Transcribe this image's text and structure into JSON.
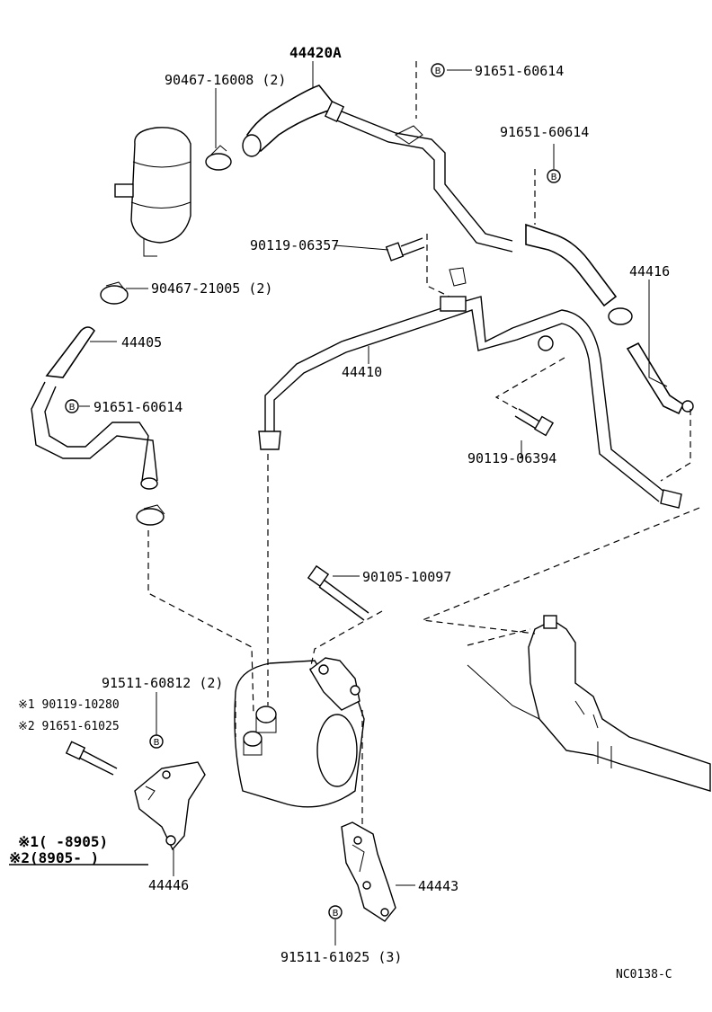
{
  "labels": {
    "l44420A": "44420A",
    "l90467_16008": "90467-16008 (2)",
    "l91651_60614_a": "91651-60614",
    "l91651_60614_b": "91651-60614",
    "l90119_06357": "90119-06357",
    "l90467_21005": "90467-21005 (2)",
    "l44416": "44416",
    "l44405": "44405",
    "l44410": "44410",
    "l91651_60614_c": "91651-60614",
    "l90119_06394": "90119-06394",
    "l90105_10097": "90105-10097",
    "l91511_60812": "91511-60812 (2)",
    "l90119_10280": "※1 90119-10280",
    "l91651_61025": "※2 91651-61025",
    "l44446": "44446",
    "l44443": "44443",
    "l91511_61025": "91511-61025 (3)",
    "note1": "※1(      -8905)",
    "note2": "※2(8905-      )",
    "code": "NC0138-C",
    "b": "B"
  }
}
